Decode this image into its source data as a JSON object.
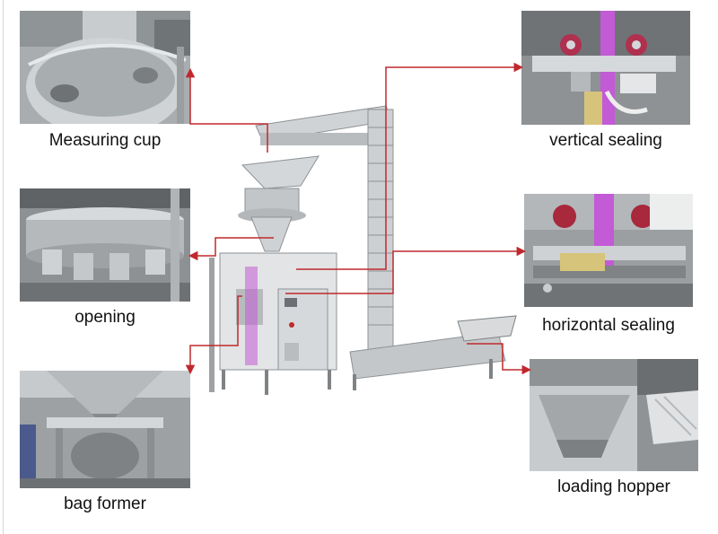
{
  "labels": {
    "measuring_cup": "Measuring cup",
    "opening": "opening",
    "bag_former": "bag former",
    "vertical_sealing": "vertical sealing",
    "horizontal_sealing": "horizontal sealing",
    "loading_hopper": "loading hopper"
  },
  "colors": {
    "connector": "#c0282d",
    "steel": "#c9cdd0",
    "film": "#c05ad8"
  }
}
